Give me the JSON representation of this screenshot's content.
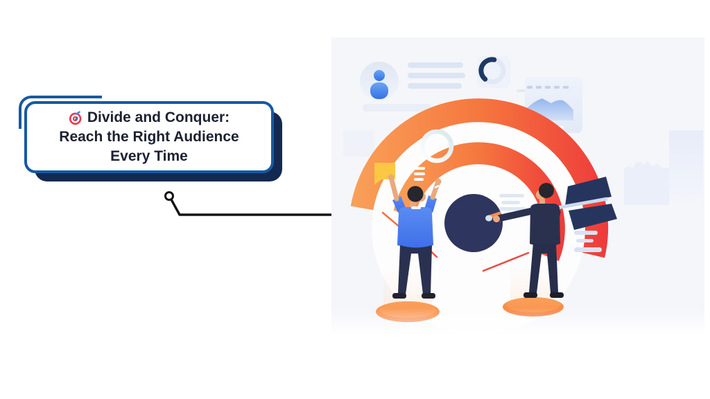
{
  "headline": {
    "icon": "direct-hit-target-emoji",
    "line1": "Divide and Conquer:",
    "line2": "Reach the Right Audience",
    "line3": "Every Time"
  },
  "colors": {
    "accent_blue": "#1659a3",
    "shadow_navy": "#122a52",
    "headline_text": "#1d2130",
    "connector_black": "#141414",
    "illustration_bg": "#f5f6fa",
    "target_orange": "#f9a159",
    "target_red": "#ee3a3b",
    "bullseye_navy": "#2e355e",
    "platform_orange": "#f88a44",
    "note_yellow": "#fbc843",
    "shirt_blue": "#4b80ef",
    "suit_navy": "#29314f"
  },
  "illustration_elements": [
    "user-avatar-card",
    "stats-lines",
    "donut-chart-card",
    "area-chart-card",
    "target-bullseye",
    "dart-arrow",
    "speech-note",
    "person-raising-arms",
    "businessman-touching-target",
    "city-skyline",
    "standing-platforms"
  ]
}
